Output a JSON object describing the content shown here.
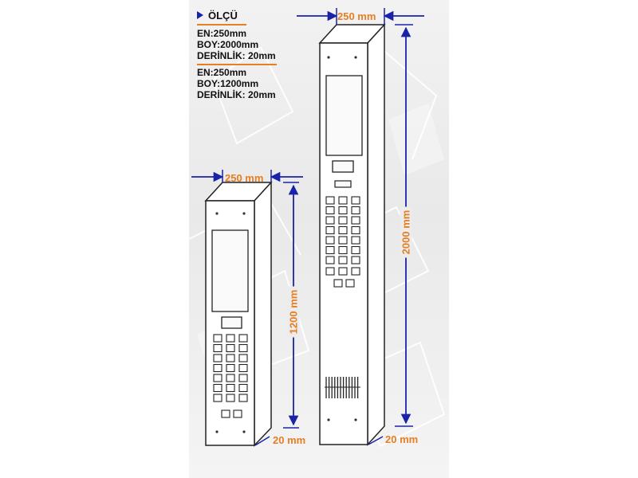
{
  "spec": {
    "heading": "ÖLÇÜ",
    "set1": [
      "EN:250mm",
      "BOY:2000mm",
      "DERİNLİK: 20mm"
    ],
    "set2": [
      "EN:250mm",
      "BOY:1200mm",
      "DERİNLİK: 20mm"
    ]
  },
  "panel_small": {
    "width_label": "250 mm",
    "height_label": "1200 mm",
    "depth_label": "20 mm"
  },
  "panel_tall": {
    "width_label": "250 mm",
    "height_label": "2000 mm",
    "depth_label": "20 mm"
  },
  "colors": {
    "dimension_text": "#e67e22",
    "dimension_line": "#1a23a8",
    "outline": "#222222",
    "accent_rule": "#e67e22"
  }
}
